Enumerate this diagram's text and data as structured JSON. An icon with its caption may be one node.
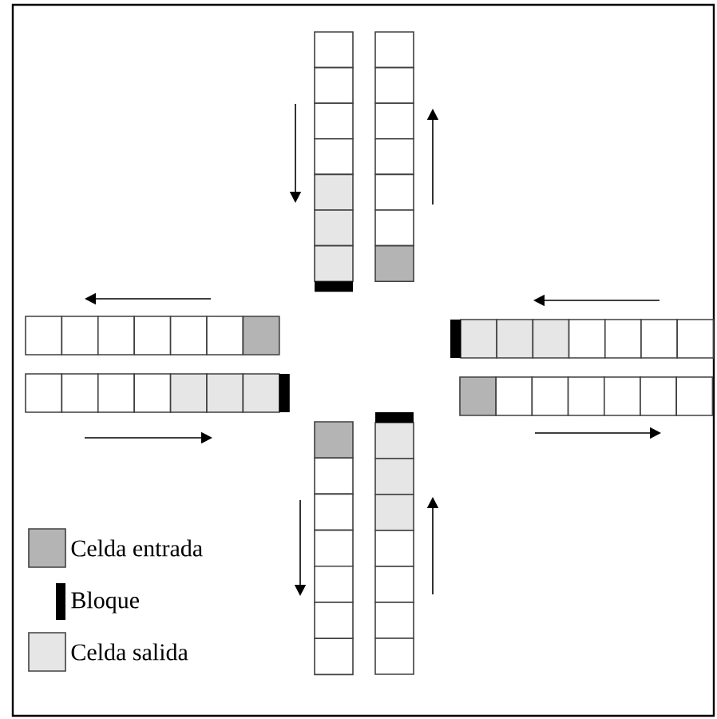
{
  "diagram": {
    "legend": [
      {
        "text": "Celda entrada",
        "color": "#b4b4b4"
      },
      {
        "text": "Bloque",
        "color": "#000000"
      },
      {
        "text": "Celda salida",
        "color": "#e6e6e6"
      }
    ]
  }
}
